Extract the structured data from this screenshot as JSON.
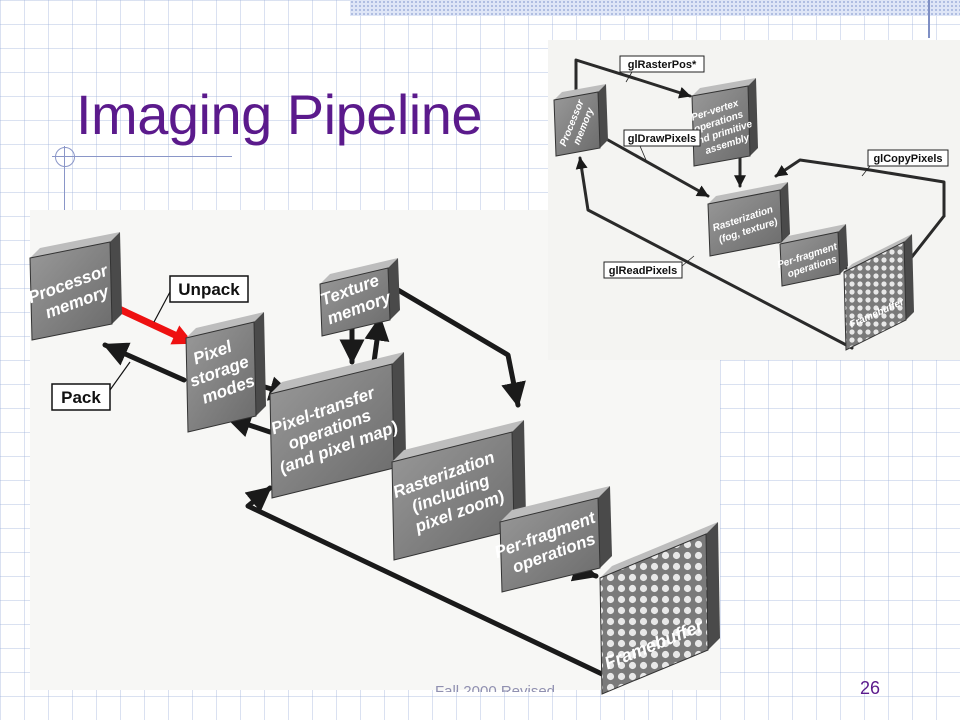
{
  "slide": {
    "title": "Imaging Pipeline",
    "number": "26",
    "footer": "Fall 2000 Revised"
  },
  "main_diagram": {
    "blocks": {
      "processor_memory": [
        "Processor",
        "memory"
      ],
      "pixel_storage": [
        "Pixel",
        "storage",
        "modes"
      ],
      "texture_memory": [
        "Texture",
        "memory"
      ],
      "pixel_transfer": [
        "Pixel-transfer",
        "operations",
        "(and pixel map)"
      ],
      "rasterization": [
        "Rasterization",
        "(including",
        "pixel zoom)"
      ],
      "per_fragment": [
        "Per-fragment",
        "operations"
      ],
      "framebuffer": [
        "Framebuffer"
      ]
    },
    "labels": {
      "unpack": "Unpack",
      "pack": "Pack"
    }
  },
  "inset_diagram": {
    "blocks": {
      "processor_memory": [
        "Processor",
        "memory"
      ],
      "per_vertex": [
        "Per-vertex",
        "operations",
        "and primitive",
        "assembly"
      ],
      "rasterization": [
        "Rasterization",
        "(fog, texture)"
      ],
      "per_fragment": [
        "Per-fragment",
        "operations"
      ],
      "framebuffer": [
        "Framebuffer"
      ]
    },
    "labels": {
      "gl_raster_pos": "glRasterPos*",
      "gl_draw_pixels": "glDrawPixels",
      "gl_copy_pixels": "glCopyPixels",
      "gl_read_pixels": "glReadPixels"
    }
  },
  "colors": {
    "title": "#5b1a8c",
    "highlight_arrow": "#ee1111",
    "block_fill": "#7d7d7d"
  }
}
